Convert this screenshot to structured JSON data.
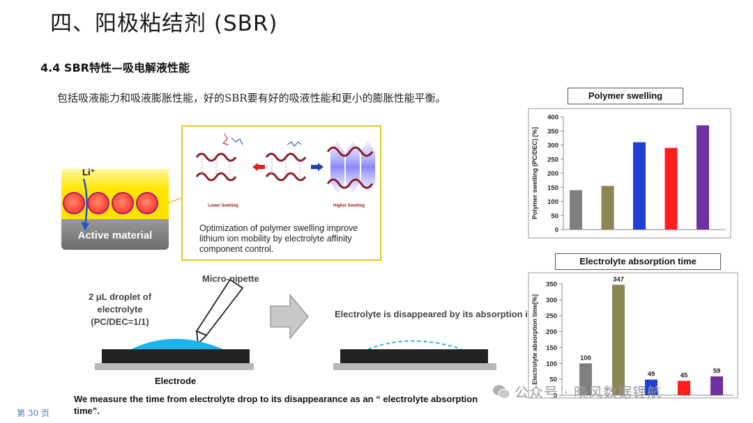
{
  "header": {
    "title": "四、阳极粘结剂 (SBR)",
    "subtitle": "4.4 SBR特性—吸电解液性能",
    "intro": "包括吸液能力和吸液膨胀性能，好的SBR要有好的吸液性能和更小的膨胀性能平衡。"
  },
  "diagram": {
    "li_label": "Li⁺",
    "active_material": "Active material",
    "lower_swelling": "Lower Swelling",
    "higher_swelling": "Higher Swelling",
    "callout_text": "Optimization of polymer swelling improve lithium ion mobility by electrolyte affinity component control.",
    "pipette_label": "Micro-pipette",
    "droplet_label": "2 μL droplet of electrolyte (PC/DEC=1/1)",
    "absorbed_label": "Electrolyte is disappeared by its absorption into electrode.",
    "electrode_label": "Electrode",
    "measure_text": "We measure the time from electrolyte drop to its disappearance as an “ electrolyte absorption time”."
  },
  "footer": {
    "page": "第 30 页",
    "watermark": "公众号 · 晓风数据锂航"
  },
  "colors": {
    "bar_colors": [
      "#7f7f7f",
      "#8b8656",
      "#1f3fd8",
      "#ff1e1e",
      "#7030a0"
    ],
    "callout_border": "#e8c620",
    "droplet": "#1fb4e8"
  },
  "chart_data": [
    {
      "type": "bar",
      "title": "Polymer swelling",
      "ylabel": "Polymer swelling (PC/DEC) [%]",
      "xlabel": "",
      "ylim": [
        0,
        400
      ],
      "yticks": [
        0,
        50,
        100,
        150,
        200,
        250,
        300,
        350,
        400
      ],
      "categories": [
        "",
        "",
        "",
        "",
        ""
      ],
      "values": [
        140,
        155,
        310,
        290,
        370
      ],
      "grid": false
    },
    {
      "type": "bar",
      "title": "Electrolyte absorption time",
      "ylabel": "Electrolyte absorption time[%]",
      "xlabel": "",
      "ylim": [
        0,
        350
      ],
      "yticks": [
        0,
        50,
        100,
        150,
        200,
        250,
        300,
        350
      ],
      "categories": [
        "",
        "",
        "",
        "",
        ""
      ],
      "values": [
        100,
        347,
        49,
        45,
        59
      ],
      "data_labels": [
        "100",
        "347",
        "49",
        "45",
        "59"
      ],
      "grid": false
    }
  ]
}
